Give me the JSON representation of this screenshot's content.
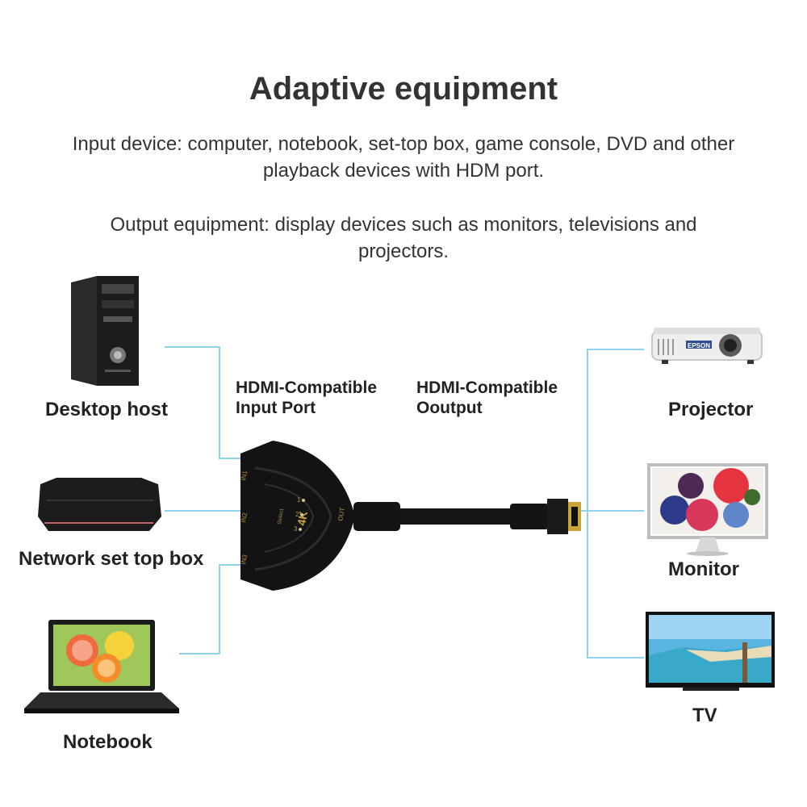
{
  "title": "Adaptive equipment",
  "input_text": "Input device: computer, notebook, set-top box, game console, DVD and other playback devices with HDM port.",
  "output_text": "Output equipment: display devices such as monitors, televisions and projectors.",
  "inputs": {
    "desktop": "Desktop host",
    "settop": "Network set top box",
    "notebook": "Notebook"
  },
  "outputs": {
    "projector": "Projector",
    "monitor": "Monitor",
    "tv": "TV"
  },
  "ports": {
    "input_line1": "HDMI-Compatible",
    "input_line2": "Input Port",
    "output_line1": "HDMI-Compatible",
    "output_line2": "Ooutput"
  },
  "switch": {
    "badge": "4K",
    "port_in1": "IN1",
    "port_in2": "IN2",
    "port_in3": "IN3",
    "out": "OUT",
    "select": "Select",
    "num1": "1",
    "num2": "2",
    "num3": "3",
    "projector_brand": "EPSON"
  },
  "colors": {
    "connector_line": "#8fd3ea",
    "device_dark": "#1c1c1c",
    "settop_accent": "#c9636a",
    "hdmi_gold": "#c9a23a"
  }
}
